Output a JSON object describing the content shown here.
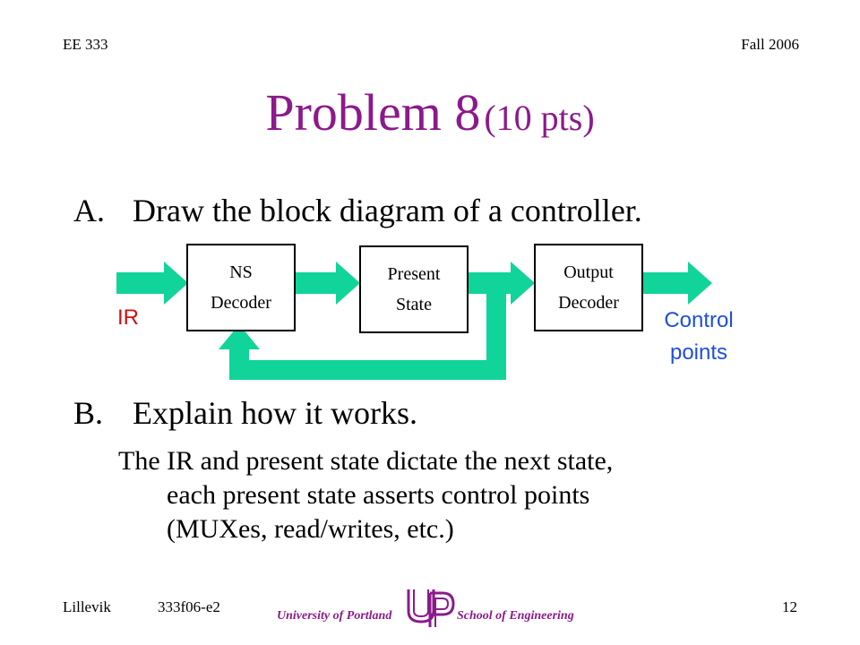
{
  "header": {
    "course": "EE 333",
    "term": "Fall 2006"
  },
  "title": {
    "main": "Problem 8",
    "points": "(10 pts)"
  },
  "items": [
    {
      "letter": "A.",
      "text": "Draw the block diagram of a controller."
    },
    {
      "letter": "B.",
      "text": "Explain how it works."
    }
  ],
  "answer": {
    "line1": "The IR and present state dictate the next state,",
    "line2": "each present state asserts control points",
    "line3": "(MUXes, read/writes,  etc.)"
  },
  "diagram": {
    "input_label": "IR",
    "output_label_line1": "Control",
    "output_label_line2": "points",
    "blocks": [
      {
        "line1": "NS",
        "line2": "Decoder"
      },
      {
        "line1": "Present",
        "line2": "State"
      },
      {
        "line1": "Output",
        "line2": "Decoder"
      }
    ],
    "arrow_color": "#11D49A"
  },
  "footer": {
    "author": "Lillevik",
    "doc_id": "333f06-e2",
    "org_left": "University of Portland",
    "org_right": "School of Engineering",
    "logo_text": "UP",
    "page": "12"
  }
}
